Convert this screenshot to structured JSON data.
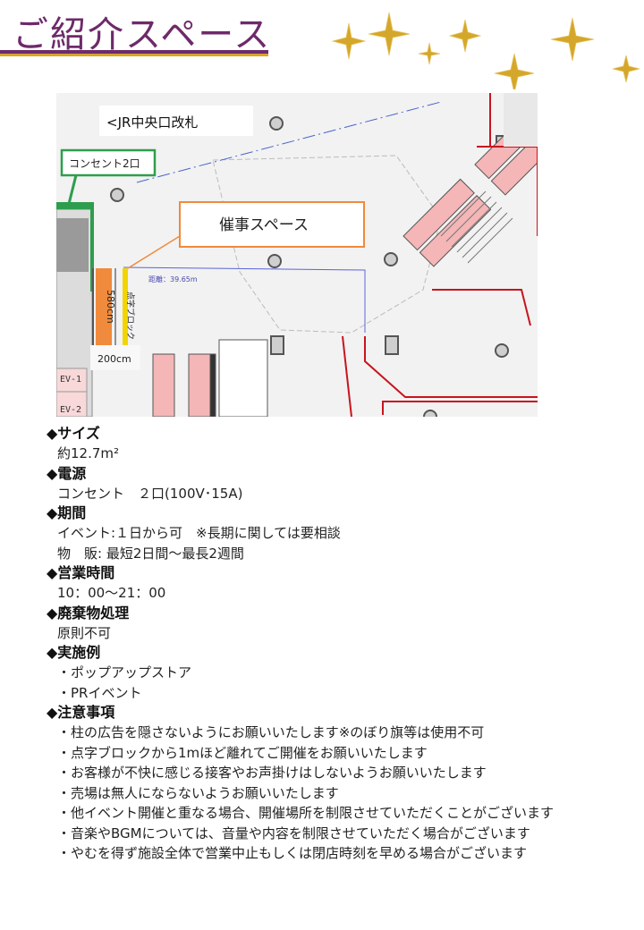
{
  "header": {
    "title": "ご紹介スペース"
  },
  "map": {
    "gate_label": "<JR中央口改札",
    "outlet_label": "コンセント2口",
    "event_space_label": "催事スペース",
    "distance_label": "距離：39.65m",
    "braille_label": "点字ブロック",
    "height_dim": "580cm",
    "width_dim": "200cm",
    "elevators": [
      "EV-1",
      "EV-2"
    ],
    "colors": {
      "accent": "#6e2a6a",
      "gold": "#d4a62a",
      "outlet": "#2e9e4e",
      "event": "#f08a3c",
      "braille": "#f2d500",
      "wall": "#c8141e",
      "escalator": "#f4b6b6"
    }
  },
  "sections": [
    {
      "heading": "◆サイズ",
      "lines": [
        "約12.7m²"
      ]
    },
    {
      "heading": "◆電源",
      "lines": [
        " コンセント　２口(100V･15A)"
      ]
    },
    {
      "heading": "◆期間",
      "lines": [
        "イベント:１日から可　※長期に関しては要相談",
        "物　販: 最短2日間～最長2週間"
      ]
    },
    {
      "heading": "◆営業時間",
      "lines": [
        "10：00～21：00"
      ]
    },
    {
      "heading": "◆廃棄物処理",
      "lines": [
        " 原則不可"
      ]
    },
    {
      "heading": "◆実施例",
      "lines": [
        "・ポップアップストア",
        "・PRイベント"
      ]
    },
    {
      "heading": "◆注意事項",
      "lines": [
        "・柱の広告を隠さないようにお願いいたします※のぼり旗等は使用不可",
        "・点字ブロックから1mほど離れてご開催をお願いいたします",
        "・お客様が不快に感じる接客やお声掛けはしないようお願いいたします",
        "・売場は無人にならないようお願いいたします",
        "・他イベント開催と重なる場合、開催場所を制限させていただくことがございます",
        "・音楽やBGMについては、音量や内容を制限させていただく場合がございます",
        "・やむを得ず施設全体で営業中止もしくは閉店時刻を早める場合がございます"
      ]
    }
  ]
}
